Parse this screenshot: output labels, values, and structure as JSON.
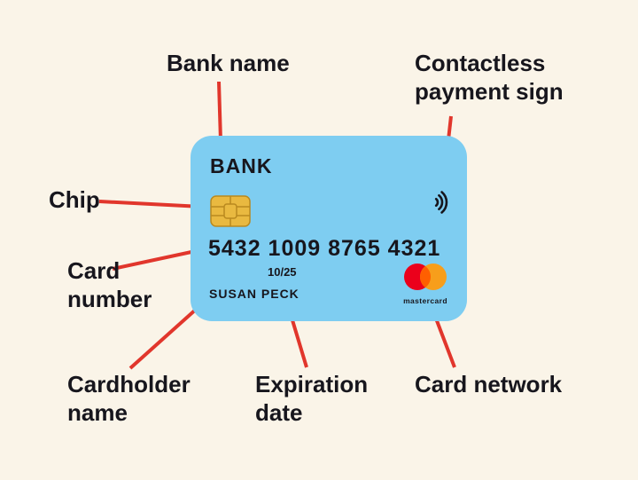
{
  "colors": {
    "background": "#faf4e8",
    "card": "#7ecdf1",
    "line": "#e1362c",
    "text_dark": "#17161d",
    "chip_gold": "#e9b940",
    "chip_line": "#b9891f",
    "mc_red": "#eb001b",
    "mc_orange": "#f79e1b",
    "mc_overlap": "#ff5f00"
  },
  "card": {
    "bank_name": "BANK",
    "card_number": "5432 1009 8765 4321",
    "expiration_date": "10/25",
    "cardholder_name": "SUSAN PECK",
    "network_wordmark": "mastercard"
  },
  "labels": {
    "bank_name": "Bank name",
    "contactless": "Contactless payment sign",
    "chip": "Chip",
    "card_number": "Card number",
    "cardholder_name": "Cardholder name",
    "expiration_date": "Expiration date",
    "card_network": "Card network"
  }
}
